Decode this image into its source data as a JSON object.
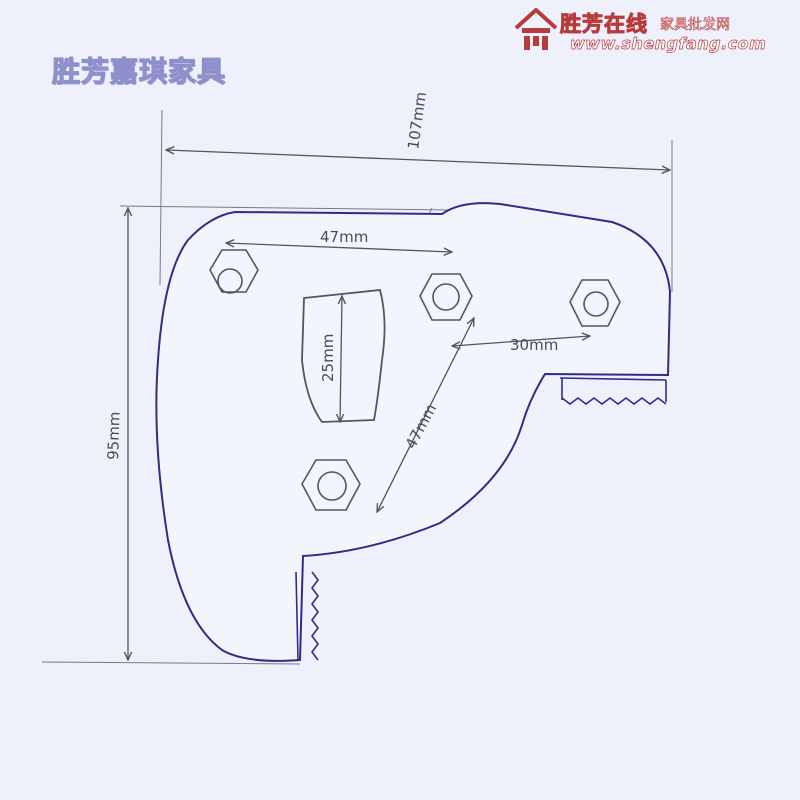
{
  "watermark": {
    "title": "胜芳嘉琪家具",
    "brand_name": "胜芳在线",
    "brand_sub": "家具批发网",
    "brand_url": "www.shengfang.com"
  },
  "dimensions": {
    "overall_width": "107mm",
    "overall_height": "95mm",
    "bolt_spacing_top": "47mm",
    "bolt_spacing_diag": "47mm",
    "bolt_spacing_right": "30mm",
    "slot_height": "25mm"
  },
  "colors": {
    "outline": "#2b2f86",
    "pencil": "#55555f",
    "paper": "#eef0fb",
    "brand_red": "#b83b3b"
  },
  "icons": {
    "brand_logo": "house-logo-icon"
  }
}
